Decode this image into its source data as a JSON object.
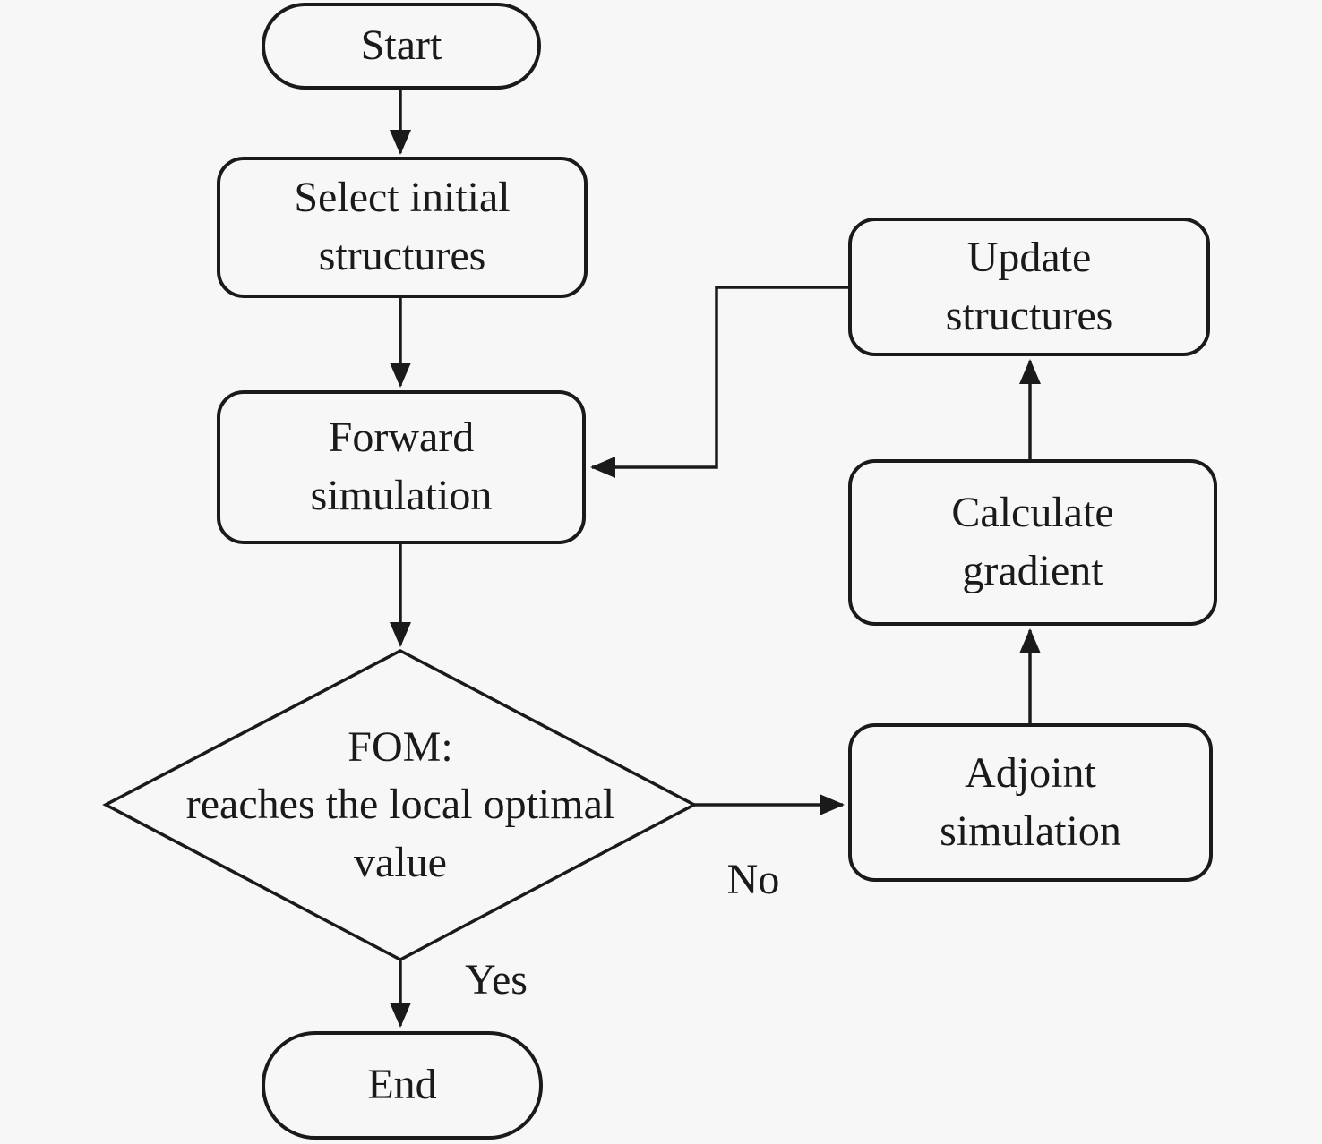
{
  "colors": {
    "background": "#f7f7f7",
    "node_fill": "#f7f7f7",
    "stroke": "#1a1a1a",
    "text": "#1a1a1a"
  },
  "nodes": {
    "start": {
      "label": "Start"
    },
    "select_initial": {
      "label": "Select initial\nstructures"
    },
    "forward_simulation": {
      "label": "Forward\nsimulation"
    },
    "fom_decision": {
      "label": "FOM:\nreaches the local optimal\nvalue"
    },
    "adjoint_simulation": {
      "label": "Adjoint\nsimulation"
    },
    "calculate_gradient": {
      "label": "Calculate\ngradient"
    },
    "update_structures": {
      "label": "Update\nstructures"
    },
    "end": {
      "label": "End"
    }
  },
  "edge_labels": {
    "no": "No",
    "yes": "Yes"
  }
}
